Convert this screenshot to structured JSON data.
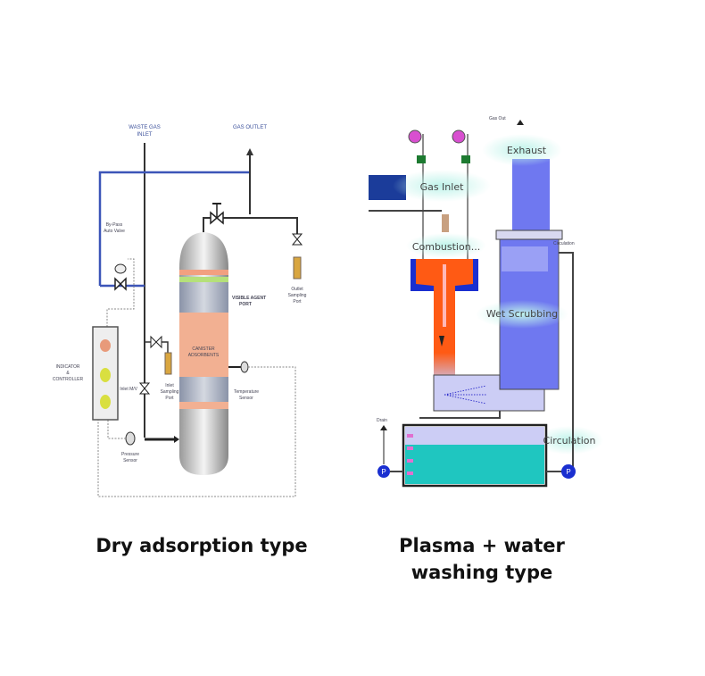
{
  "left_diagram": {
    "caption": "Dry adsorption type",
    "labels": {
      "waste_gas_inlet_1": "WASTE GAS",
      "waste_gas_inlet_2": "INLET",
      "gas_outlet": "GAS OUTLET",
      "bypass_1": "By-Pass",
      "bypass_2": "Auto Valve",
      "visible_port_1": "VISIBLE AGENT",
      "visible_port_2": "PORT",
      "outlet_sampling_1": "Outlet",
      "outlet_sampling_2": "Sampling",
      "outlet_sampling_3": "Port",
      "canister_1": "CANISTER",
      "canister_2": "ADSORBENTS",
      "temperature_1": "Temperature",
      "temperature_2": "Sensor",
      "inlet_mv": "Inlet M/V",
      "inlet_sampling_1": "Inlet",
      "inlet_sampling_2": "Sampling",
      "inlet_sampling_3": "Port",
      "pressure_1": "Pressure",
      "pressure_2": "Sensor",
      "controller_1": "INDICATOR",
      "controller_2": "&",
      "controller_3": "CONTROLLER"
    }
  },
  "right_diagram": {
    "caption_line1": "Plasma + water",
    "caption_line2": "washing type",
    "labels": {
      "gas_out": "Gas Out",
      "exhaust": "Exhaust",
      "gas_inlet": "Gas Inlet",
      "combustion": "Combustion...",
      "circulation_top": "Circulation",
      "wet_scrubbing": "Wet Scrubbing",
      "drain": "Drain",
      "circulation_bottom": "Circulation",
      "pump": "P"
    }
  },
  "colors": {
    "plasma_orange": "#ff5a14",
    "scrubber_blue": "#6f78f0",
    "tank_teal": "#1fc6c0",
    "adsorbent_peach": "#f2b092",
    "pipe_blue": "#3c55b8"
  }
}
